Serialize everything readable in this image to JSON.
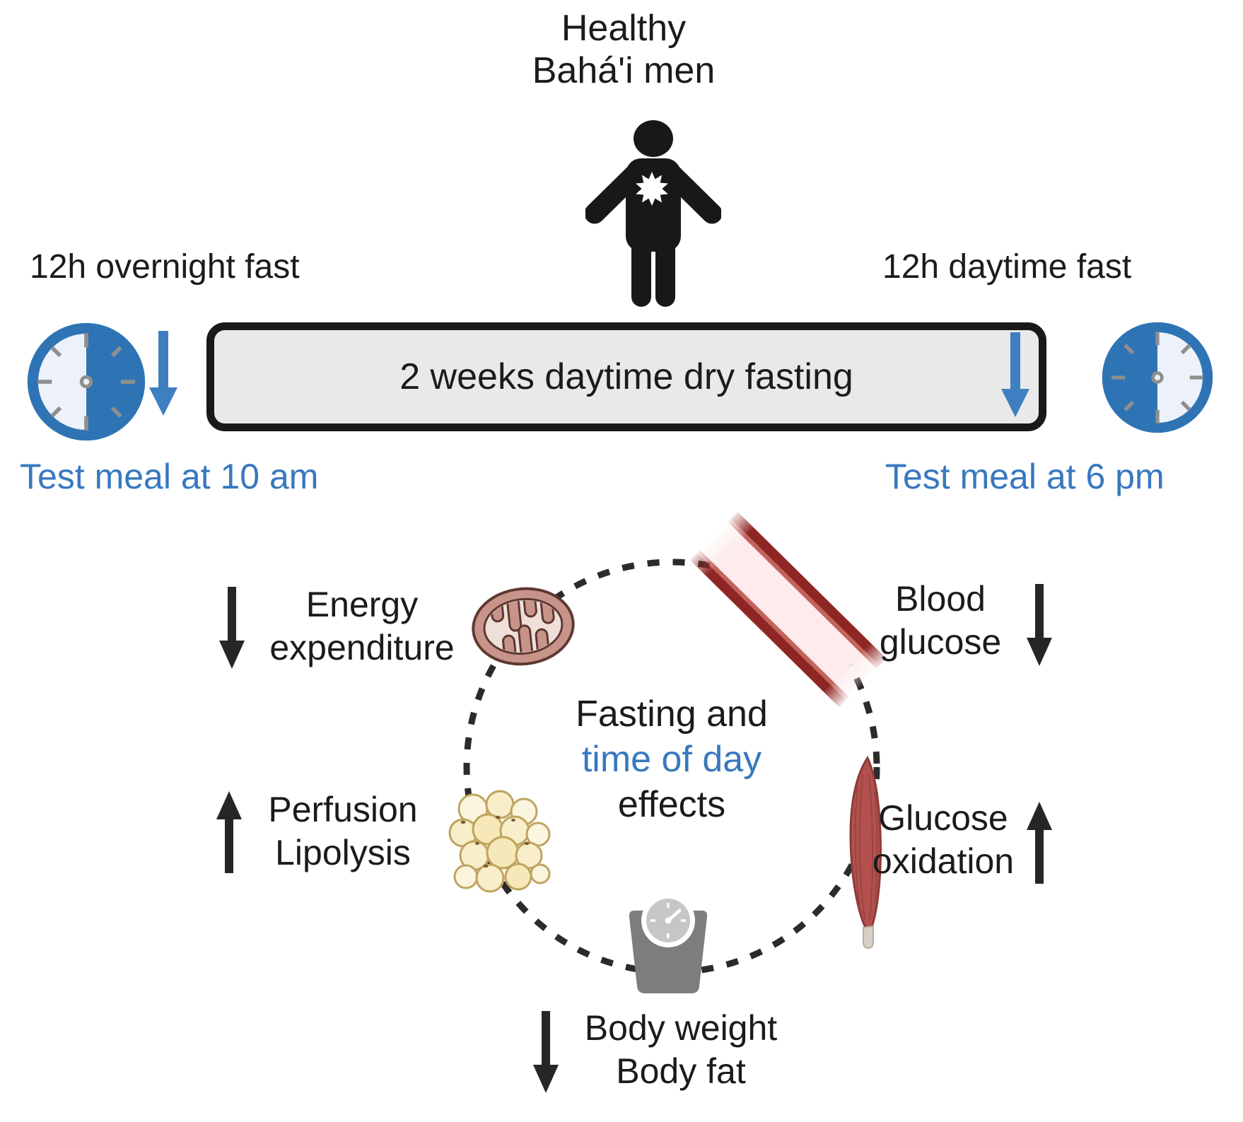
{
  "title": {
    "line1": "Healthy",
    "line2": "Bahá'i men"
  },
  "subject_icon": "person-with-star-icon",
  "timeline": {
    "left": {
      "label": "12h overnight fast",
      "icon": "half-clock-icon",
      "arrow": "down-arrow-icon",
      "meal": "Test meal at 10 am"
    },
    "right": {
      "label": "12h daytime fast",
      "icon": "half-clock-icon",
      "arrow": "down-arrow-icon",
      "meal": "Test meal at 6 pm"
    },
    "box_label": "2 weeks daytime dry fasting"
  },
  "cycle": {
    "center": {
      "line1": "Fasting and",
      "line2": "time of day",
      "line3": "effects"
    },
    "items": [
      {
        "id": "energy-expenditure",
        "line1": "Energy",
        "line2": "expenditure",
        "change": "decrease",
        "icon": "mitochondrion-icon"
      },
      {
        "id": "blood-glucose",
        "line1": "Blood",
        "line2": "glucose",
        "change": "decrease",
        "icon": "blood-vessel-icon"
      },
      {
        "id": "perfusion-lipolysis",
        "line1": "Perfusion",
        "line2": "Lipolysis",
        "change": "increase",
        "icon": "fat-cells-icon"
      },
      {
        "id": "glucose-oxidation",
        "line1": "Glucose",
        "line2": "oxidation",
        "change": "increase",
        "icon": "muscle-icon"
      },
      {
        "id": "body-weight-fat",
        "line1": "Body weight",
        "line2": "Body fat",
        "change": "decrease",
        "icon": "weighing-scale-icon"
      }
    ]
  },
  "colors": {
    "accent_blue": "#3778bf",
    "clock_blue": "#2e74b5",
    "arrow_blue": "#3e7fc1",
    "text_black": "#1b1b1b",
    "box_fill": "#e9e9e9",
    "box_border": "#191919",
    "dashed_circle": "#2b2b2b",
    "vessel_wall": "#8e2723",
    "mitochondrion": "#c8948a",
    "fat_cell": "#f8eeca",
    "muscle": "#b2514e",
    "scale_gray": "#7d7d7d"
  }
}
